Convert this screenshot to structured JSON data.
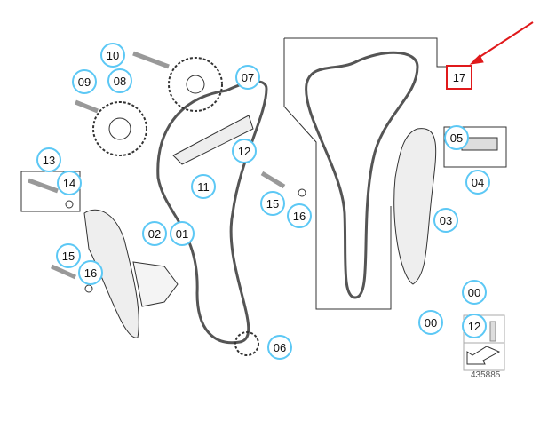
{
  "diagram_id": "435885",
  "highlight": {
    "label": "17",
    "color": "#e0191b"
  },
  "callout_color": "#5cc8f5",
  "labels": [
    "10",
    "09",
    "08",
    "07",
    "13",
    "14",
    "12",
    "11",
    "05",
    "04",
    "15",
    "16",
    "03",
    "02",
    "01",
    "15",
    "16",
    "00",
    "00",
    "12",
    "06"
  ]
}
